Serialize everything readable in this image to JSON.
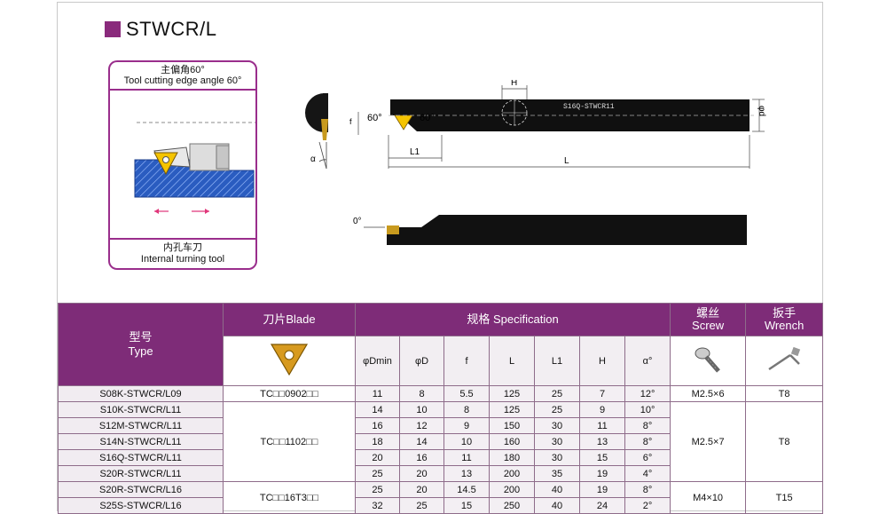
{
  "title": "STWCR/L",
  "card": {
    "top_cn": "主偏角60°",
    "top_en": "Tool cutting edge angle 60°",
    "bottom_cn": "内孔车刀",
    "bottom_en": "Internal turning tool"
  },
  "drawing": {
    "h_label": "H",
    "d_label": "φd",
    "f_label": "f",
    "angle1": "60°",
    "angle2": "60°",
    "alpha": "α",
    "l1_label": "L1",
    "l_label": "L",
    "zero_angle": "0°",
    "shank_text": "S16Q-STWCR11"
  },
  "table": {
    "type_cn": "型号",
    "type_en": "Type",
    "blade": "刀片Blade",
    "spec": "规格 Specification",
    "screw_cn": "螺丝",
    "screw_en": "Screw",
    "wrench_cn": "扳手",
    "wrench_en": "Wrench",
    "cols": [
      "φDmin",
      "φD",
      "f",
      "L",
      "L1",
      "H",
      "α°"
    ],
    "rows": [
      {
        "type": "S08K-STWCR/L09",
        "vals": [
          "11",
          "8",
          "5.5",
          "125",
          "25",
          "7",
          "12°"
        ]
      },
      {
        "type": "S10K-STWCR/L11",
        "vals": [
          "14",
          "10",
          "8",
          "125",
          "25",
          "9",
          "10°"
        ]
      },
      {
        "type": "S12M-STWCR/L11",
        "vals": [
          "16",
          "12",
          "9",
          "150",
          "30",
          "11",
          "8°"
        ]
      },
      {
        "type": "S14N-STWCR/L11",
        "vals": [
          "18",
          "14",
          "10",
          "160",
          "30",
          "13",
          "8°"
        ]
      },
      {
        "type": "S16Q-STWCR/L11",
        "vals": [
          "20",
          "16",
          "11",
          "180",
          "30",
          "15",
          "6°"
        ]
      },
      {
        "type": "S20R-STWCR/L11",
        "vals": [
          "25",
          "20",
          "13",
          "200",
          "35",
          "19",
          "4°"
        ]
      },
      {
        "type": "S20R-STWCR/L16",
        "vals": [
          "25",
          "20",
          "14.5",
          "200",
          "40",
          "19",
          "8°"
        ]
      },
      {
        "type": "S25S-STWCR/L16",
        "vals": [
          "32",
          "25",
          "15",
          "250",
          "40",
          "24",
          "2°"
        ]
      }
    ],
    "blade_groups": [
      "TC□□0902□□",
      "TC□□1102□□",
      "TC□□16T3□□"
    ],
    "screw_groups": [
      "M2.5×6",
      "M2.5×7",
      "M4×10"
    ],
    "wrench_groups": [
      "T8",
      "T8",
      "T15"
    ]
  }
}
